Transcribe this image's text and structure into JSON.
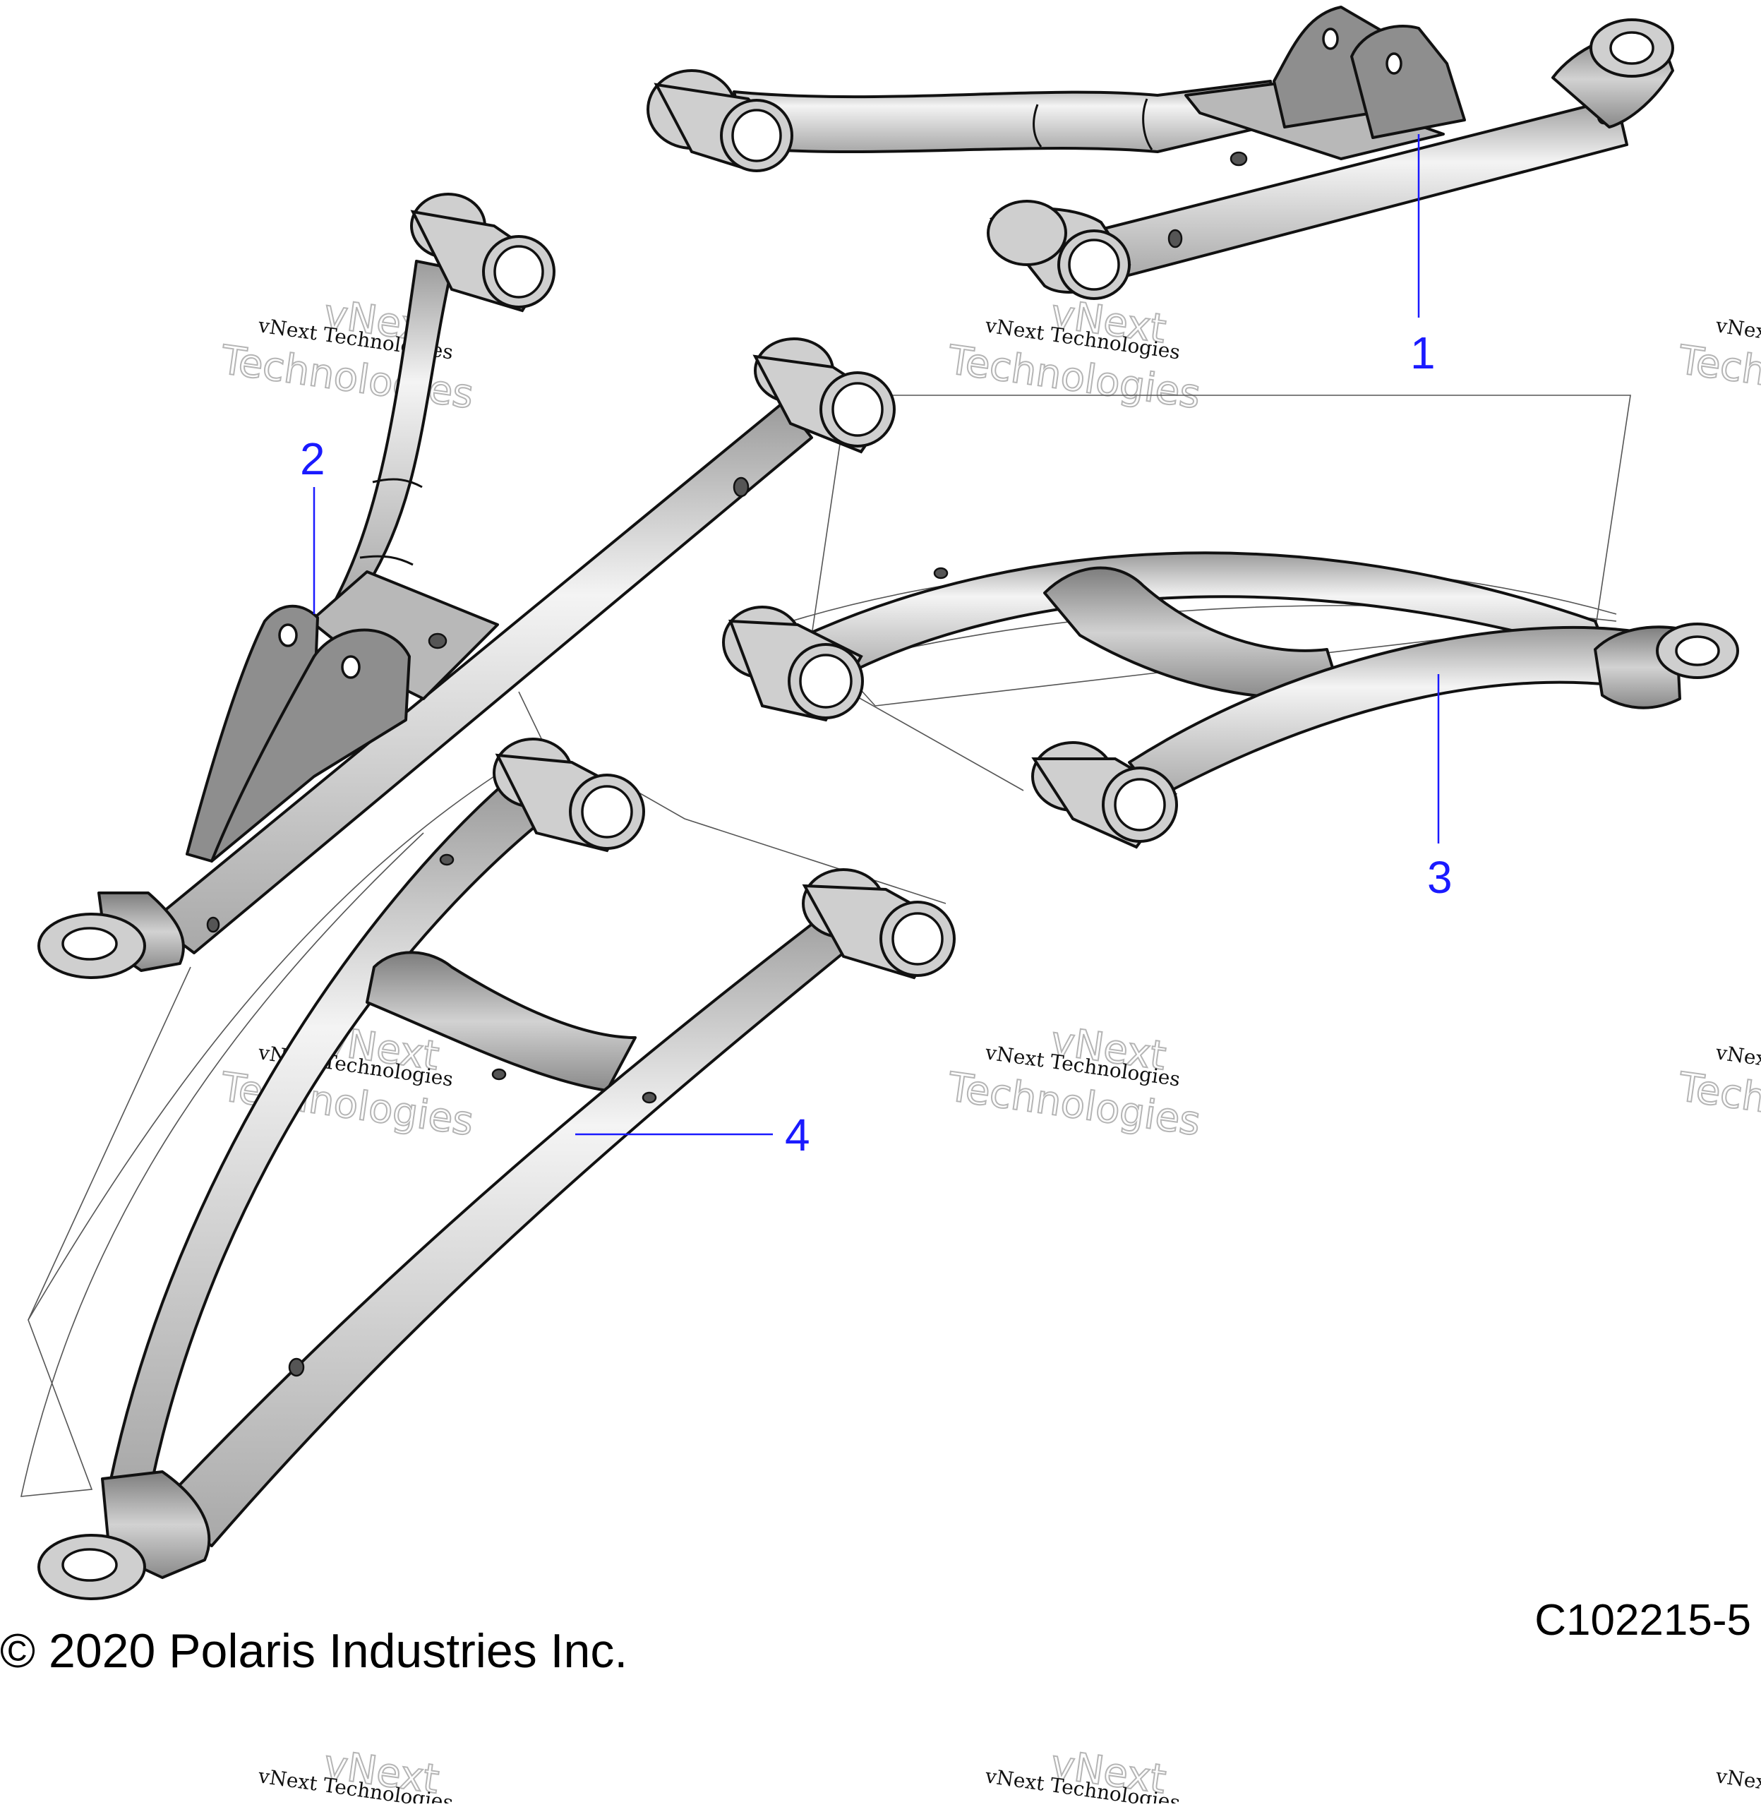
{
  "callouts": [
    {
      "label": "1"
    },
    {
      "label": "2"
    },
    {
      "label": "3"
    },
    {
      "label": "4"
    }
  ],
  "footer": {
    "copyright": "© 2020 Polaris Industries Inc.",
    "diagram_id": "C102215-5"
  },
  "watermark": {
    "line1": "vNext Technologies",
    "line2": "vNext",
    "line3": "Technologies"
  },
  "colors": {
    "callout": "#1a1aff",
    "line": "#111111",
    "metal_light": "#ececec",
    "metal_dark": "#8e8e8e"
  }
}
